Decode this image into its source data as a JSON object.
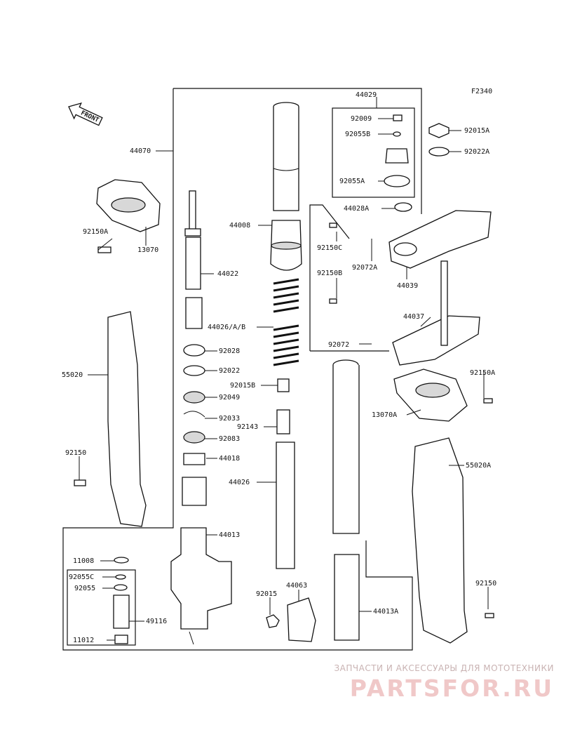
{
  "diagram": {
    "code": "F2340",
    "front_label": "FRONT",
    "parts": [
      {
        "key": "44029",
        "label": "44029"
      },
      {
        "key": "92009",
        "label": "92009"
      },
      {
        "key": "92055B",
        "label": "92055B"
      },
      {
        "key": "92055A",
        "label": "92055A"
      },
      {
        "key": "92015A",
        "label": "92015A"
      },
      {
        "key": "92022A",
        "label": "92022A"
      },
      {
        "key": "44028A",
        "label": "44028A"
      },
      {
        "key": "44070",
        "label": "44070"
      },
      {
        "key": "44008",
        "label": "44008"
      },
      {
        "key": "92150C",
        "label": "92150C"
      },
      {
        "key": "92072A",
        "label": "92072A"
      },
      {
        "key": "92150A_top",
        "label": "92150A"
      },
      {
        "key": "13070",
        "label": "13070"
      },
      {
        "key": "44022",
        "label": "44022"
      },
      {
        "key": "44039",
        "label": "44039"
      },
      {
        "key": "92150B",
        "label": "92150B"
      },
      {
        "key": "44037",
        "label": "44037"
      },
      {
        "key": "44026AB",
        "label": "44026/A/B"
      },
      {
        "key": "92028",
        "label": "92028"
      },
      {
        "key": "92072",
        "label": "92072"
      },
      {
        "key": "92022",
        "label": "92022"
      },
      {
        "key": "55020",
        "label": "55020"
      },
      {
        "key": "92150A_right",
        "label": "92150A"
      },
      {
        "key": "92015B",
        "label": "92015B"
      },
      {
        "key": "92049",
        "label": "92049"
      },
      {
        "key": "13070A",
        "label": "13070A"
      },
      {
        "key": "92033",
        "label": "92033"
      },
      {
        "key": "92143",
        "label": "92143"
      },
      {
        "key": "92083",
        "label": "92083"
      },
      {
        "key": "92150_left",
        "label": "92150"
      },
      {
        "key": "44018",
        "label": "44018"
      },
      {
        "key": "55020A",
        "label": "55020A"
      },
      {
        "key": "44026",
        "label": "44026"
      },
      {
        "key": "44013",
        "label": "44013"
      },
      {
        "key": "11008",
        "label": "11008"
      },
      {
        "key": "92055C",
        "label": "92055C"
      },
      {
        "key": "92150_right",
        "label": "92150"
      },
      {
        "key": "92055",
        "label": "92055"
      },
      {
        "key": "44063",
        "label": "44063"
      },
      {
        "key": "92015",
        "label": "92015"
      },
      {
        "key": "44013A",
        "label": "44013A"
      },
      {
        "key": "49116",
        "label": "49116"
      },
      {
        "key": "11012",
        "label": "11012"
      }
    ]
  },
  "watermark": {
    "tagline": "ЗАПЧАСТИ И АКСЕССУАРЫ ДЛЯ МОТОТЕХНИКИ",
    "logo": "PARTSFOR.RU"
  },
  "colors": {
    "ink": "#111111",
    "background": "#ffffff",
    "watermark_text": "#c9b3b3",
    "watermark_logo": "#f0c8c8"
  }
}
